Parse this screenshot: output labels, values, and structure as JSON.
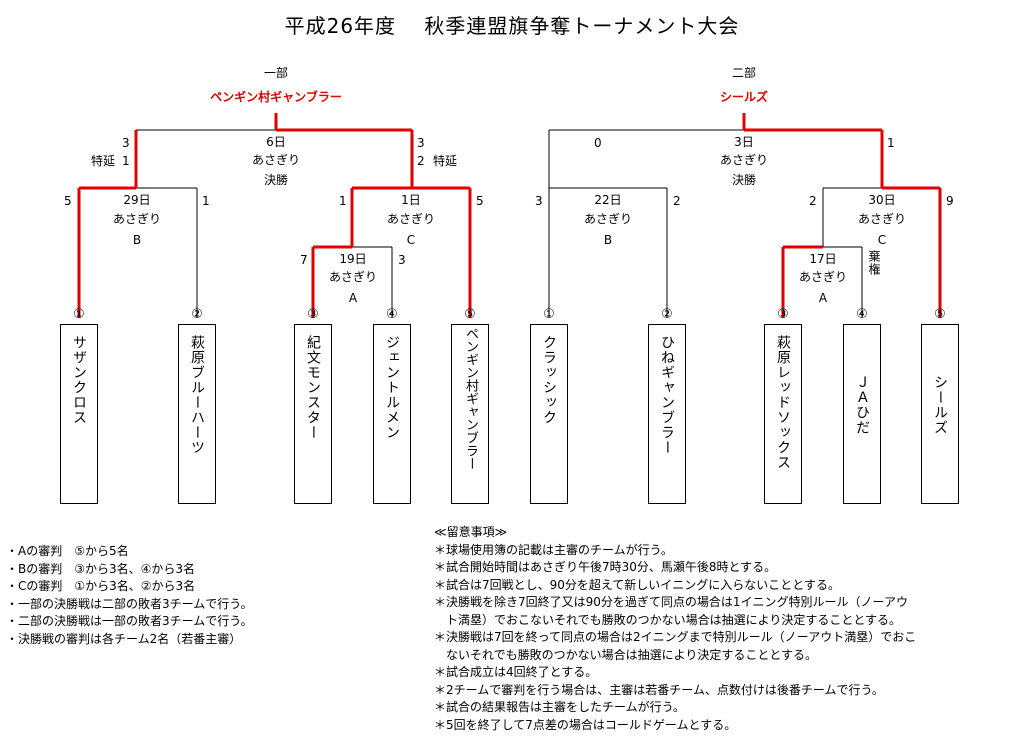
{
  "title": "平成26年度　 秋季連盟旗争奪トーナメント大会",
  "divisions": [
    {
      "name": "一部",
      "champion": "ペンギン村ギャンブラー",
      "teams": [
        {
          "num": "①",
          "name": "サザンクロス"
        },
        {
          "num": "②",
          "name": "萩原ブルーハーツ"
        },
        {
          "num": "③",
          "name": "紀文モンスター"
        },
        {
          "num": "④",
          "name": "ジェントルメン"
        },
        {
          "num": "⑤",
          "name": "ペンギン村ギャンブラー"
        }
      ],
      "final": {
        "date": "6日",
        "venue": "あさぎり",
        "round": "決勝",
        "score_left": "3",
        "score_right": "3",
        "extra_left": "特延",
        "extra_left_score": "1",
        "extra_right": "特延",
        "extra_right_score": "2"
      },
      "game_b": {
        "date": "29日",
        "venue": "あさぎり",
        "code": "B",
        "score_left": "5",
        "score_right": "1"
      },
      "game_c": {
        "date": "1日",
        "venue": "あさぎり",
        "code": "C",
        "score_left": "1",
        "score_right": "5"
      },
      "game_a": {
        "date": "19日",
        "venue": "あさぎり",
        "code": "A",
        "score_left": "7",
        "score_right": "3"
      }
    },
    {
      "name": "二部",
      "champion": "シールズ",
      "teams": [
        {
          "num": "①",
          "name": "クラッシック"
        },
        {
          "num": "②",
          "name": "ひねギャンブラー"
        },
        {
          "num": "③",
          "name": "萩原レッドソックス"
        },
        {
          "num": "④",
          "name": "ＪＡひだ"
        },
        {
          "num": "⑤",
          "name": "シールズ"
        }
      ],
      "final": {
        "date": "3日",
        "venue": "あさぎり",
        "round": "決勝",
        "score_left": "0",
        "score_right": "1"
      },
      "game_b": {
        "date": "22日",
        "venue": "あさぎり",
        "code": "B",
        "score_left": "3",
        "score_right": "2"
      },
      "game_c": {
        "date": "30日",
        "venue": "あさぎり",
        "code": "C",
        "score_left": "2",
        "score_right": "9"
      },
      "game_a": {
        "date": "17日",
        "venue": "あさぎり",
        "code": "A",
        "score_right": "棄権"
      }
    }
  ],
  "umpire_notes": [
    "・Aの審判　⑤から5名",
    "・Bの審判　③から3名、④から3名",
    "・Cの審判　①から3名、②から3名",
    "・一部の決勝戦は二部の敗者3チームで行う。",
    "・二部の決勝戦は一部の敗者3チームで行う。",
    "・決勝戦の審判は各チーム2名（若番主審）"
  ],
  "remarks_title": "≪留意事項≫",
  "remarks": [
    "＊球場使用簿の記載は主審のチームが行う。",
    "＊試合開始時間はあさぎり午後7時30分、馬瀬午後8時とする。",
    "＊試合は7回戦とし、90分を超えて新しいイニングに入らないこととする。",
    "＊決勝戦を除き7回終了又は90分を過ぎて同点の場合は1イニング特別ルール（ノーアウ",
    "　ト満塁）でおこないそれでも勝敗のつかない場合は抽選により決定することとする。",
    "＊決勝戦は7回を終って同点の場合は2イニングまで特別ルール（ノーアウト満塁）でおこ",
    "　ないそれでも勝敗のつかない場合は抽選により決定することとする。",
    "＊試合成立は4回終了とする。",
    "＊2チームで審判を行う場合は、主審は若番チーム、点数付けは後番チームで行う。",
    "＊試合の結果報告は主審をしたチームが行う。",
    "＊5回を終了して7点差の場合はコールドゲームとする。"
  ],
  "colors": {
    "win_line": "#e00000",
    "line": "#000000"
  }
}
